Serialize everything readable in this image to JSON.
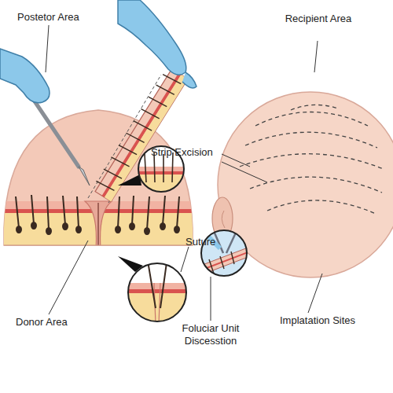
{
  "diagram": {
    "labels": [
      "Postetor Area",
      "Recipient Area",
      "Strip Excision",
      "Suture",
      "Donor Area",
      "Foluciar Unit Discesstion",
      "Implatation Sites"
    ]
  }
}
